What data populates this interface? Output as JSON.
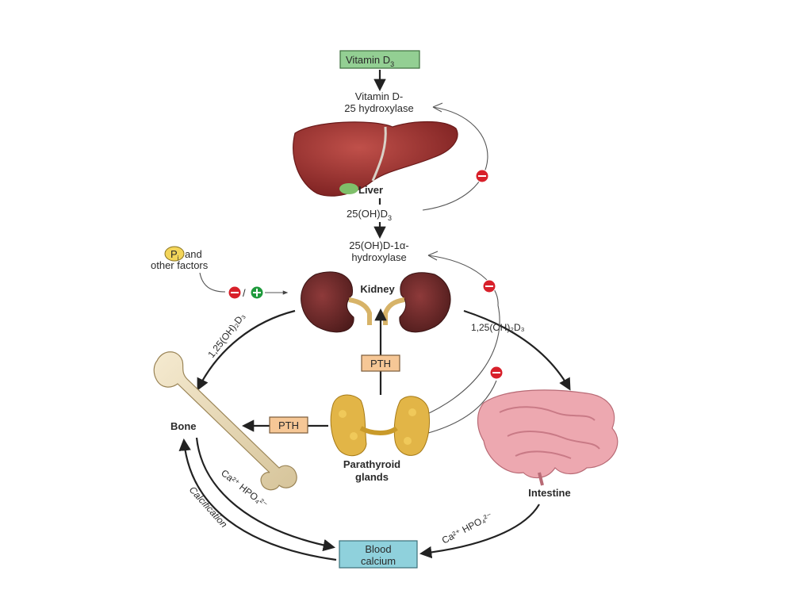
{
  "labels": {
    "vitamin_d3_main": "Vitamin D",
    "vitamin_d3_sub": "3",
    "hydroxylase25_l1": "Vitamin D-",
    "hydroxylase25_l2": "25 hydroxylase",
    "liver": "Liver",
    "ohd3_main": "25(OH)D",
    "ohd3_sub": "3",
    "hydroxylase1a_l1": "25(OH)D-1α-",
    "hydroxylase1a_l2": "hydroxylase",
    "pi_symbol": "P",
    "pi_sub": "i",
    "pi_and": "and",
    "other_factors": "other factors",
    "slash": "/",
    "kidney": "Kidney",
    "dihydroxy_left": "1,25(OH)₂D₃",
    "dihydroxy_right": "1,25(OH)₂D₃",
    "pth_center": "PTH",
    "pth_left": "PTH",
    "bone": "Bone",
    "parathyroid_l1": "Parathyroid",
    "parathyroid_l2": "glands",
    "intestine": "Intestine",
    "ca_hpo4_left": "Ca²⁺ HPO₄²⁻",
    "ca_hpo4_right": "Ca²⁺ HPO₄²⁻",
    "calcification": "Calcification",
    "blood_calcium_l1": "Blood",
    "blood_calcium_l2": "calcium"
  },
  "icons": {
    "inhibit": "minus-circle-icon",
    "stimulate": "plus-circle-icon"
  },
  "colors": {
    "vitamin_box": "#93cf93",
    "pth_box": "#f6c796",
    "blood_box": "#8fd1dc",
    "inhibit": "#d8202a",
    "stimulate": "#1f9a3c",
    "liver": "#9b2d2d",
    "kidney": "#6e2a2a",
    "parathyroid": "#e0b040",
    "intestine": "#e8a0a8"
  }
}
